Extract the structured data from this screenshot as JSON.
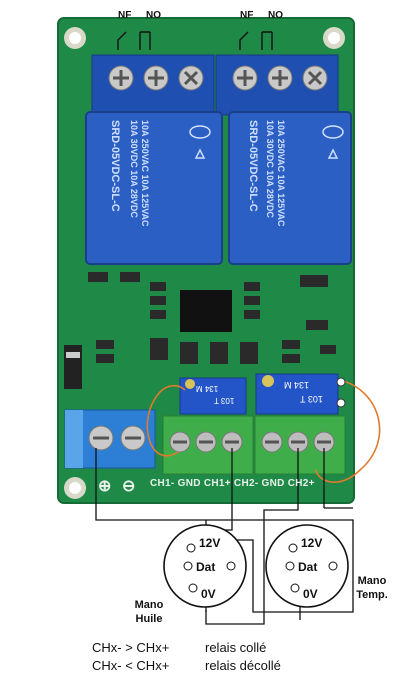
{
  "relay_labels": {
    "nf_left": "NF",
    "no_left": "NO",
    "nf_right": "NF",
    "no_right": "NO"
  },
  "relay_body": {
    "line1": "10A 250VAC  10A 125VAC",
    "line2": "10A 30VDC   10A 28VDC",
    "line3": "SRD-05VDC-SL-C"
  },
  "trimmer_labels": {
    "left_code": "134 M",
    "left_num": "103 T",
    "right_code": "134 M",
    "right_num": "103 T"
  },
  "board_silk": {
    "inputs": "CH1-  GND  CH1+   CH2-  GND  CH2+",
    "power_plus": "⊕",
    "power_minus": "⊖"
  },
  "sensor_left": {
    "pin_12v": "12V",
    "pin_dat": "Dat",
    "pin_0v": "0V",
    "name_line1": "Mano",
    "name_line2": "Huile"
  },
  "sensor_right": {
    "pin_12v": "12V",
    "pin_dat": "Dat",
    "pin_0v": "0V",
    "name_line1": "Mano",
    "name_line2": "Temp."
  },
  "legend": {
    "line1_left": "CHx- > CHx+",
    "line1_right": "relais collé",
    "line2_left": "CHx- < CHx+",
    "line2_right": "relais décollé"
  },
  "colors": {
    "pcb_green": "#1f8a48",
    "relay_blue": "#2c5fc4",
    "terminal_green": "#3fae4a",
    "wire_orange": "#e07a2e"
  }
}
